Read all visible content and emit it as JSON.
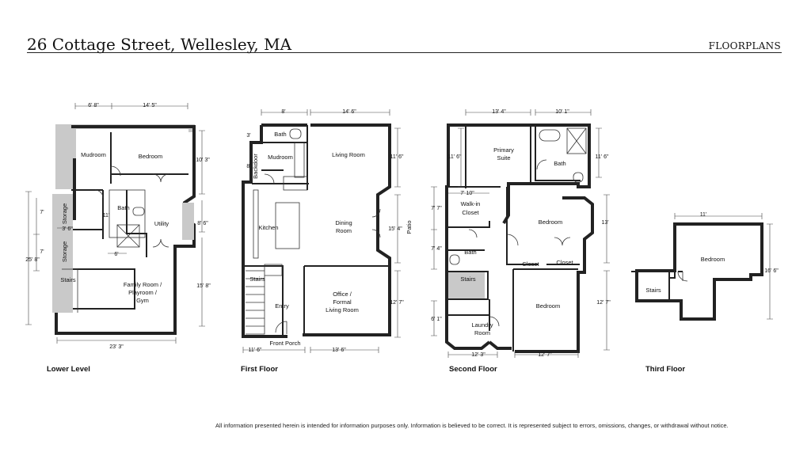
{
  "header": {
    "title": "26 Cottage Street, Wellesley, MA",
    "tag": "FLOORPLANS"
  },
  "plans": {
    "lower": {
      "label": "Lower Level",
      "rooms": {
        "mudroom": "Mudroom",
        "bedroom": "Bedroom",
        "bath": "Bath",
        "utility": "Utility",
        "storage1": "Storage",
        "storage2": "Storage",
        "stairs": "Stairs",
        "family1": "Family Room /",
        "family2": "Playroom /",
        "family3": "Gym"
      },
      "dims": {
        "top1": "6' 8\"",
        "top2": "14' 5\"",
        "right1": "10' 3\"",
        "right2": "8' 6\"",
        "right3": "15' 8\"",
        "left1": "7'",
        "left2": "7'",
        "left3": "25' 8\"",
        "storw": "3' 6\"",
        "bathw": "6'",
        "bathh": "11'",
        "bottom": "23' 3\""
      }
    },
    "first": {
      "label": "First Floor",
      "rooms": {
        "bath": "Bath",
        "mudroom": "Mudroom",
        "backdoor": "Backdoor",
        "living": "Living Room",
        "kitchen": "Kitchen",
        "dining1": "Dining",
        "dining2": "Room",
        "patio": "Patio",
        "stairs": "Stairs",
        "entry": "Entry",
        "office1": "Office /",
        "office2": "Formal",
        "office3": "Living Room",
        "porch": "Front Porch"
      },
      "dims": {
        "top1": "8'",
        "top2": "14' 6\"",
        "left1": "3'",
        "left2": "8'",
        "right1": "11' 6\"",
        "right2": "15' 4\"",
        "right3": "12' 7\"",
        "bottom1": "11' 6\"",
        "bottom2": "13' 6\""
      }
    },
    "second": {
      "label": "Second Floor",
      "rooms": {
        "primary1": "Primary",
        "primary2": "Suite",
        "bath1": "Bath",
        "walkin1": "Walk-in",
        "walkin2": "Closet",
        "bedroom1": "Bedroom",
        "bath2": "Bath",
        "closet1": "Closet",
        "closet2": "Closet",
        "stairs": "Stairs",
        "bedroom2": "Bedroom",
        "laundry1": "Laundry",
        "laundry2": "Room"
      },
      "dims": {
        "top1": "13' 4\"",
        "top2": "10' 1\"",
        "left1": "11' 6\"",
        "right1": "11' 6\"",
        "walkw": "7' 10\"",
        "left2": "7' 7\"",
        "left3": "7' 4\"",
        "left4": "6' 1\"",
        "right2": "13'",
        "right3": "12' 7\"",
        "bottom1": "12' 3\"",
        "bottom2": "12' 7\""
      }
    },
    "third": {
      "label": "Third Floor",
      "rooms": {
        "bedroom": "Bedroom",
        "stairs": "Stairs"
      },
      "dims": {
        "top": "11'",
        "right": "16' 6\""
      }
    }
  },
  "footer": {
    "disclaimer": "All information presented herein is intended for information purposes only. Information is believed to be correct. It is represented subject to errors, omissions, changes, or withdrawal without notice."
  }
}
